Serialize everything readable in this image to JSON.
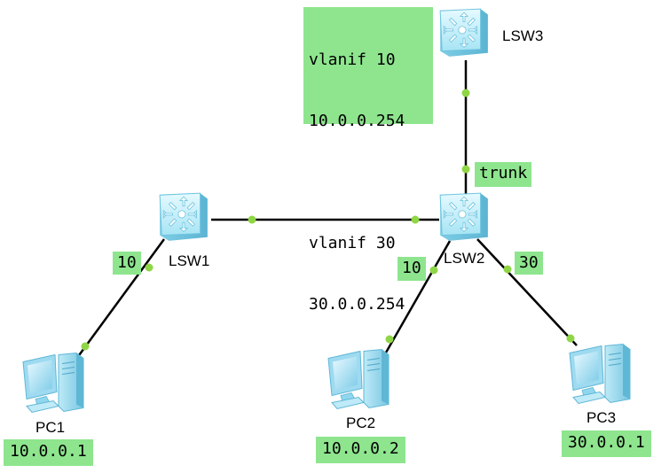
{
  "devices": {
    "lsw1": {
      "name": "LSW1"
    },
    "lsw2": {
      "name": "LSW2"
    },
    "lsw3": {
      "name": "LSW3"
    },
    "pc1": {
      "name": "PC1",
      "ip": "10.0.0.1"
    },
    "pc2": {
      "name": "PC2",
      "ip": "10.0.0.2"
    },
    "pc3": {
      "name": "PC3",
      "ip": "30.0.0.1"
    }
  },
  "annotations": {
    "vlanif10_name": "vlanif 10",
    "vlanif10_ip": "10.0.0.254",
    "vlanif30_name": "vlanif 30",
    "vlanif30_ip": "30.0.0.254",
    "trunk": "trunk",
    "lsw1_port_vlan": "10",
    "lsw2_pc2_vlan": "10",
    "lsw2_pc3_vlan": "30"
  },
  "colors": {
    "label_bg": "#8ee58e",
    "link": "#000000",
    "port_dot": "#8fd646",
    "switch_fill": "#a9e7f5",
    "pc_fill": "#8fd6ee"
  }
}
